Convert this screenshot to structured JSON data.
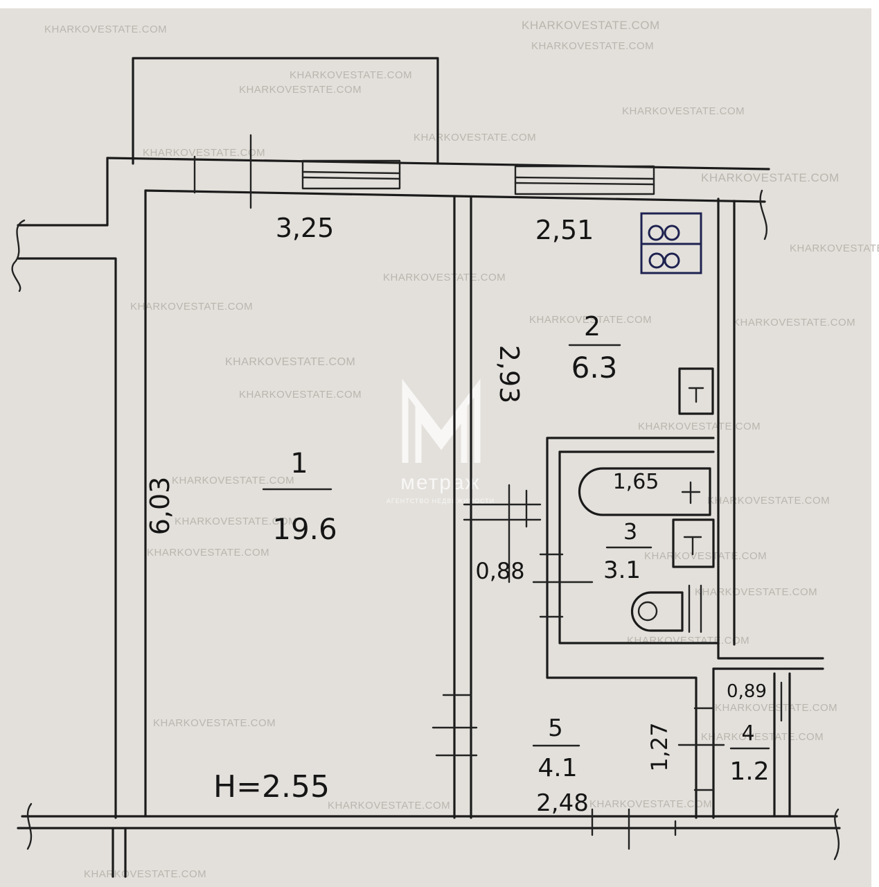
{
  "watermark": {
    "text": "KHARKOVESTATE.COM",
    "brand_name": "метраж",
    "brand_tagline": "АГЕНТСТВО НЕДВИЖИМОСТИ",
    "logo_icon": "m-monogram-icon"
  },
  "ceiling_height": "H=2.55",
  "rooms": [
    {
      "number": "1",
      "area": "19.6"
    },
    {
      "number": "2",
      "area": "6.3"
    },
    {
      "number": "3",
      "area": "3.1"
    },
    {
      "number": "4",
      "area": "1.2"
    },
    {
      "number": "5",
      "area": "4.1"
    }
  ],
  "dimensions": {
    "room1_width": "3,25",
    "room1_length": "6,03",
    "room2_width": "2,51",
    "room2_length": "2,93",
    "bath_length": "1,65",
    "bath_door": "0,88",
    "hall_width": "2,48",
    "hall_depth": "1,27",
    "closet_width": "0,89"
  },
  "colors": {
    "paper": "#e3e0db",
    "ink": "#1b1b1b",
    "watermark": "#b9b5ae",
    "fixture": "#1e2250"
  }
}
